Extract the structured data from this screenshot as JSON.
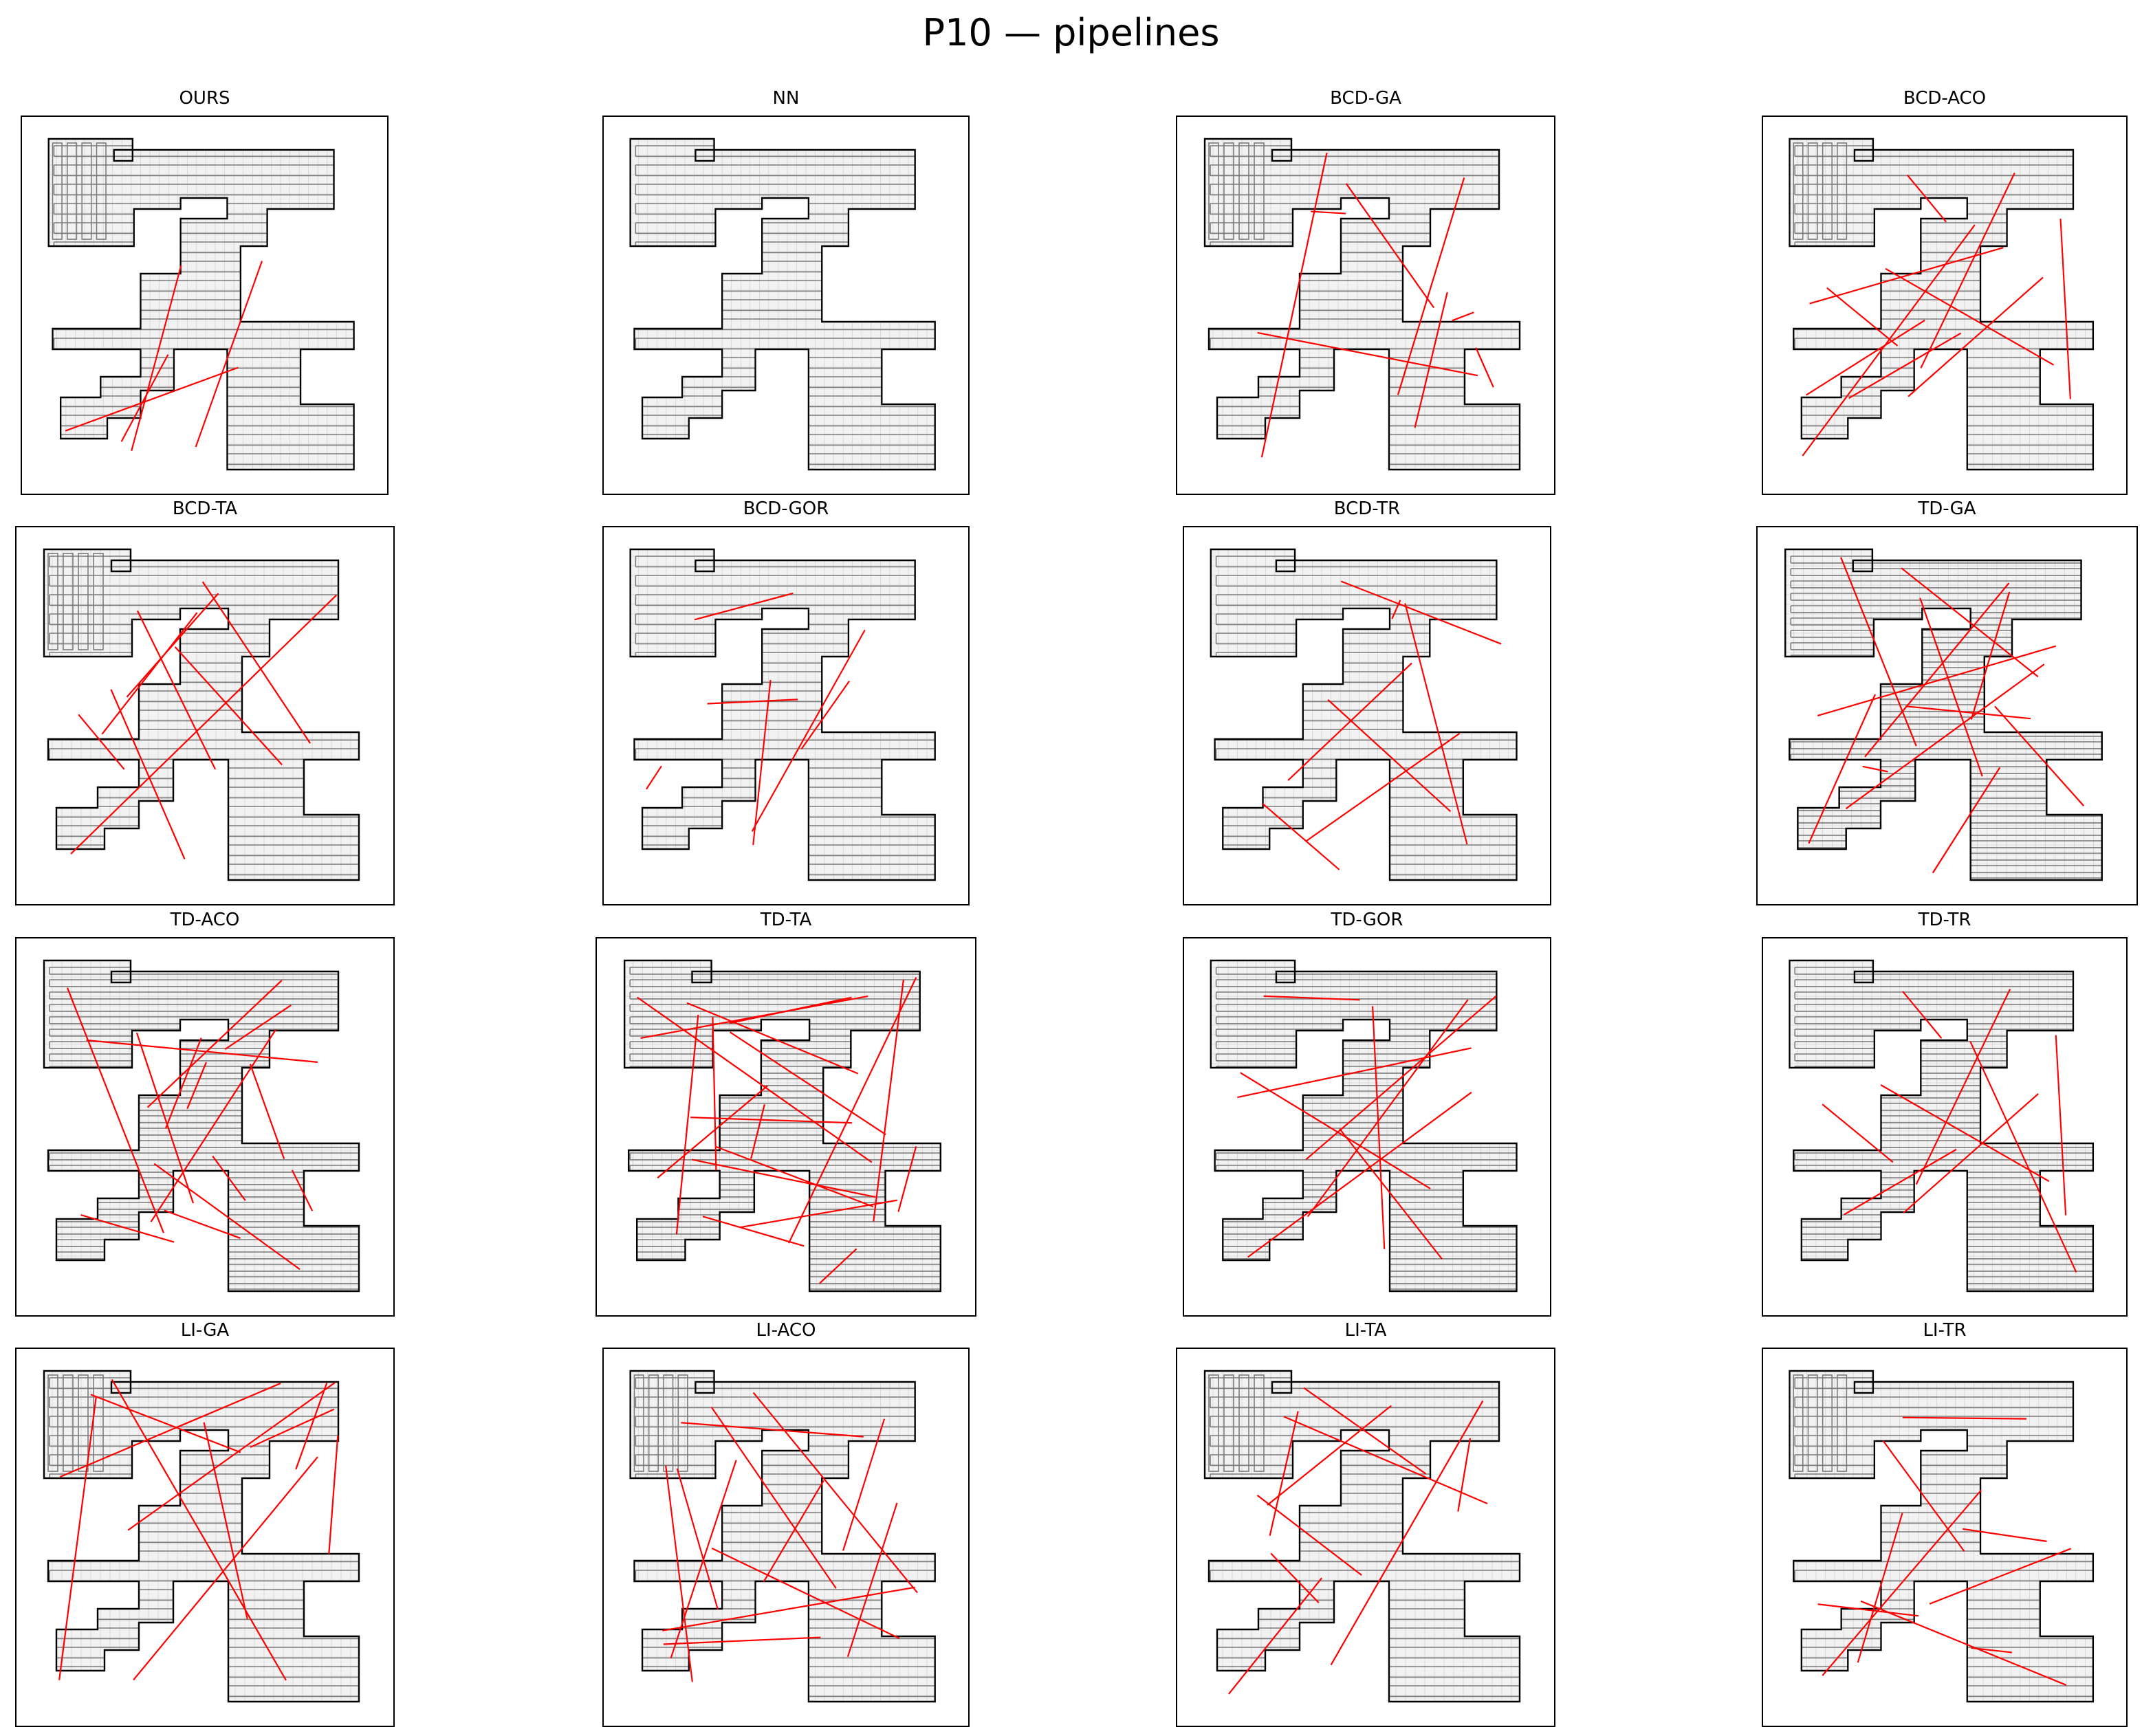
{
  "figure": {
    "title": "P10 — pipelines"
  },
  "colors": {
    "outline": "#000000",
    "cell_fill": "#f2f2f2",
    "grid": "#c8c8c8",
    "coverage_path": "#7a7a7a",
    "transition": "#ff0000"
  },
  "panels": [
    {
      "title": "OURS",
      "pattern": "boustrophedon-horizontal",
      "column_sweeps": true,
      "sweep_gaps": 14,
      "transitions": 4
    },
    {
      "title": "NN",
      "pattern": "spiral-offsets",
      "column_sweeps": false,
      "sweep_gaps": 0,
      "transitions": 0
    },
    {
      "title": "BCD-GA",
      "pattern": "boustrophedon-horizontal",
      "column_sweeps": true,
      "sweep_gaps": 10,
      "transitions": 8
    },
    {
      "title": "BCD-ACO",
      "pattern": "boustrophedon-horizontal",
      "column_sweeps": true,
      "sweep_gaps": 10,
      "transitions": 10
    },
    {
      "title": "BCD-TA",
      "pattern": "boustrophedon-horizontal",
      "column_sweeps": true,
      "sweep_gaps": 10,
      "transitions": 8
    },
    {
      "title": "BCD-GOR",
      "pattern": "boustrophedon-horizontal",
      "column_sweeps": false,
      "sweep_gaps": 10,
      "transitions": 6
    },
    {
      "title": "BCD-TR",
      "pattern": "boustrophedon-horizontal",
      "column_sweeps": false,
      "sweep_gaps": 10,
      "transitions": 7
    },
    {
      "title": "TD-GA",
      "pattern": "track-decomposition",
      "column_sweeps": false,
      "sweep_gaps": 0,
      "transitions": 12
    },
    {
      "title": "TD-ACO",
      "pattern": "track-decomposition",
      "column_sweeps": false,
      "sweep_gaps": 0,
      "transitions": 14
    },
    {
      "title": "TD-TA",
      "pattern": "track-decomposition",
      "column_sweeps": false,
      "sweep_gaps": 0,
      "transitions": 18
    },
    {
      "title": "TD-GOR",
      "pattern": "track-decomposition",
      "column_sweeps": false,
      "sweep_gaps": 0,
      "transitions": 8
    },
    {
      "title": "TD-TR",
      "pattern": "track-decomposition",
      "column_sweeps": false,
      "sweep_gaps": 0,
      "transitions": 8
    },
    {
      "title": "LI-GA",
      "pattern": "lawnmower-mixed",
      "column_sweeps": true,
      "sweep_gaps": 4,
      "transitions": 10
    },
    {
      "title": "LI-ACO",
      "pattern": "lawnmower-mixed",
      "column_sweeps": true,
      "sweep_gaps": 4,
      "transitions": 12
    },
    {
      "title": "LI-TA",
      "pattern": "lawnmower-mixed",
      "column_sweeps": true,
      "sweep_gaps": 4,
      "transitions": 9
    },
    {
      "title": "LI-TR",
      "pattern": "lawnmower-mixed",
      "column_sweeps": true,
      "sweep_gaps": 4,
      "transitions": 9
    }
  ]
}
